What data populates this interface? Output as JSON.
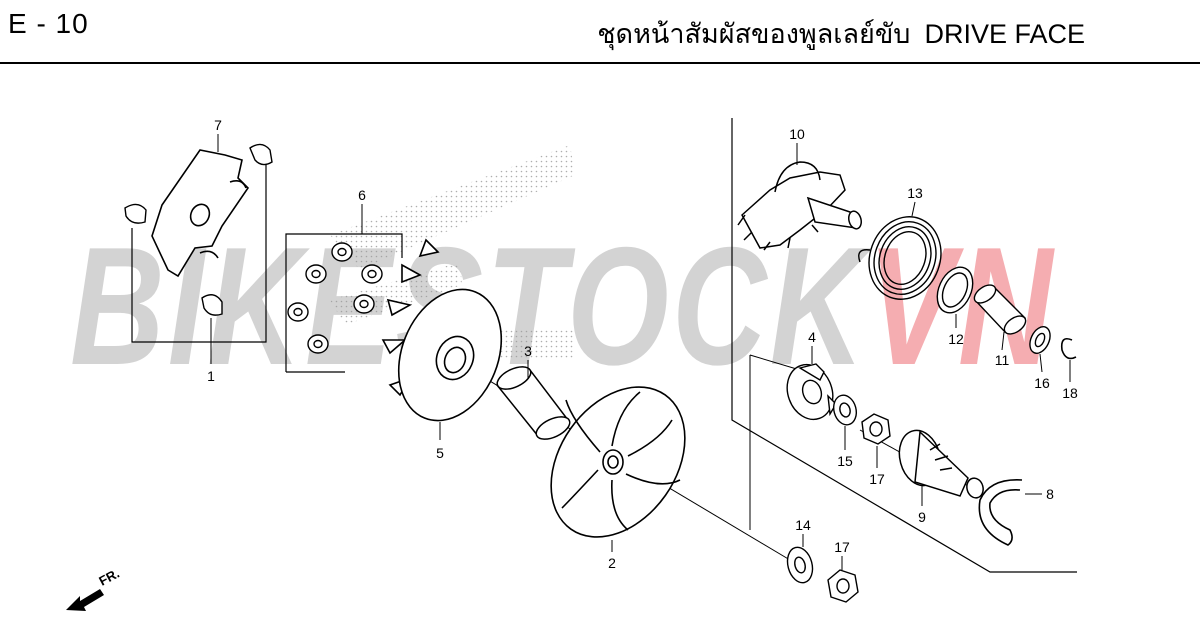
{
  "header": {
    "page_code": "E - 10",
    "title_th": "ชุดหน้าสัมผัสของพูลเลย์ขับ",
    "title_en": "DRIVE FACE"
  },
  "watermark": {
    "text_main": "BIKESTOCK",
    "text_accent": "VN",
    "main_color": "#969696",
    "accent_color": "#e83c46"
  },
  "direction": {
    "label": "FR."
  },
  "parts": [
    {
      "key": "p1",
      "label": "1"
    },
    {
      "key": "p2",
      "label": "2"
    },
    {
      "key": "p3",
      "label": "3"
    },
    {
      "key": "p4",
      "label": "4"
    },
    {
      "key": "p5",
      "label": "5"
    },
    {
      "key": "p6",
      "label": "6"
    },
    {
      "key": "p7",
      "label": "7"
    },
    {
      "key": "p8",
      "label": "8"
    },
    {
      "key": "p9",
      "label": "9"
    },
    {
      "key": "p10",
      "label": "10"
    },
    {
      "key": "p11",
      "label": "11"
    },
    {
      "key": "p12",
      "label": "12"
    },
    {
      "key": "p13",
      "label": "13"
    },
    {
      "key": "p14",
      "label": "14"
    },
    {
      "key": "p15",
      "label": "15"
    },
    {
      "key": "p16",
      "label": "16"
    },
    {
      "key": "p17a",
      "label": "17"
    },
    {
      "key": "p17b",
      "label": "17"
    },
    {
      "key": "p18",
      "label": "18"
    }
  ]
}
